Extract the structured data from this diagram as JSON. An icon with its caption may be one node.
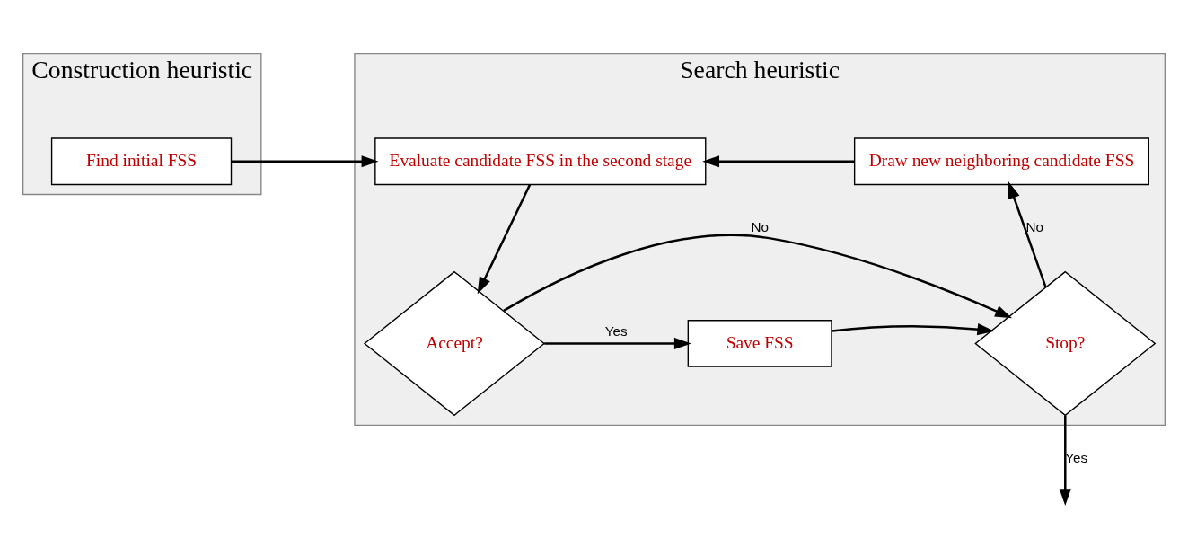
{
  "diagram": {
    "nodes": [
      {
        "text": [
          "Construction heuristic"
        ]
      },
      {
        "text": [
          "Find initial FSS"
        ],
        "in": 0
      },
      {
        "text": [
          "Search heuristic"
        ]
      },
      {
        "text": [
          "Evaluate candidate FSS in the second stage"
        ],
        "in": 2
      },
      {
        "text": [
          "Draw new neighboring candidate FSS"
        ],
        "in": 2
      },
      {
        "text": [
          "Accept?"
        ],
        "in": 2
      },
      {
        "text": [
          "Save FSS"
        ],
        "in": 2
      },
      {
        "text": [
          "Stop?"
        ],
        "in": 2
      }
    ],
    "edges": [
      {
        "from": 1,
        "to": 3,
        "arrow": "to"
      },
      {
        "from": 4,
        "to": 3,
        "arrow": "to"
      },
      {
        "from": 3,
        "to": 5,
        "arrow": "to"
      },
      {
        "from": 5,
        "to": 7,
        "arrow": "to",
        "label": "No"
      },
      {
        "from": 5,
        "to": 6,
        "arrow": "to",
        "label": "Yes"
      },
      {
        "from": 6,
        "to": 7,
        "arrow": "to"
      },
      {
        "from": 7,
        "to": 4,
        "arrow": "to",
        "label": "No"
      },
      {
        "from": 7,
        "to": null,
        "arrow": "to",
        "label": "Yes"
      }
    ]
  }
}
